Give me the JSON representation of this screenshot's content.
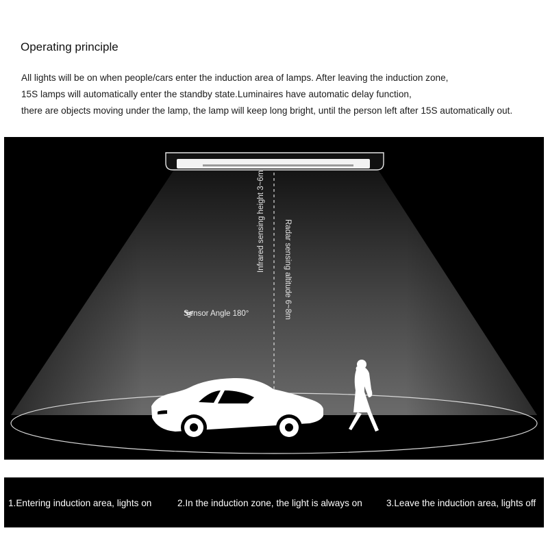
{
  "heading": "Operating principle",
  "description": [
    "All lights will be on when people/cars enter the induction area of lamps. After leaving the induction zone,",
    "15S lamps will automatically enter the standby state.Luminaires have automatic delay function,",
    "there are objects moving under the lamp, the lamp will keep long bright, until the person left after 15S automatically out."
  ],
  "diagram": {
    "sensor_label": "Sensor Angle  180°",
    "infrared_label": "Infrared sensing height 3~6m",
    "radar_label": "Radar sensing altitude 6~8m",
    "icons": {
      "sensor": "sensor-wave-icon",
      "lamp": "ceiling-lamp",
      "car": "car-silhouette",
      "person": "walking-woman-silhouette"
    },
    "colors": {
      "background": "#000000",
      "beam": "#ffffff",
      "lamp_body": "#f2f2f2"
    }
  },
  "steps": [
    "1.Entering induction area, lights on",
    "2.In the induction zone, the light is always on",
    "3.Leave the induction area, lights off"
  ]
}
